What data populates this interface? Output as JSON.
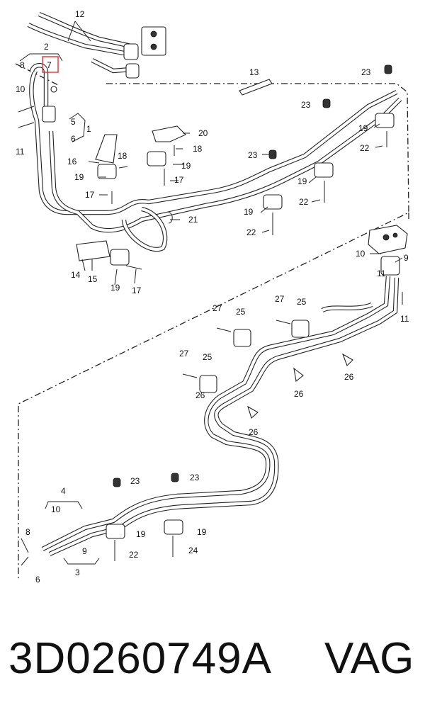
{
  "footer": {
    "part_number": "3D0260749A",
    "brand": "VAG"
  },
  "callouts": {
    "c12": "12",
    "c2": "2",
    "c8a": "8",
    "c7": "7",
    "c13": "13",
    "c23a": "23",
    "c10a": "10",
    "c5": "5",
    "c1": "1",
    "c6a": "6",
    "c11a": "11",
    "c23b": "23",
    "c19a": "19",
    "c22a": "22",
    "c20": "20",
    "c18a": "18",
    "c16": "16",
    "c18b": "18",
    "c19b": "19",
    "c17a": "17",
    "c19c": "19",
    "c17b": "17",
    "c23c": "23",
    "c19d": "19",
    "c22b": "22",
    "c21": "21",
    "c19e": "19",
    "c22c": "22",
    "c14": "14",
    "c15": "15",
    "c19f": "19",
    "c17c": "17",
    "c10b": "10",
    "c9a": "9",
    "c11b": "11",
    "c11c": "11",
    "c27a": "27",
    "c25a": "25",
    "c27b": "27",
    "c25b": "25",
    "c26a": "26",
    "c26b": "26",
    "c27c": "27",
    "c25c": "25",
    "c26c": "26",
    "c26d": "26",
    "c4": "4",
    "c10c": "10",
    "c23d": "23",
    "c23e": "23",
    "c8b": "8",
    "c19g": "19",
    "c19h": "19",
    "c6b": "6",
    "c9b": "9",
    "c3": "3",
    "c22d": "22",
    "c24": "24"
  },
  "highlight": {
    "callout": "7",
    "color": "#e03030"
  }
}
